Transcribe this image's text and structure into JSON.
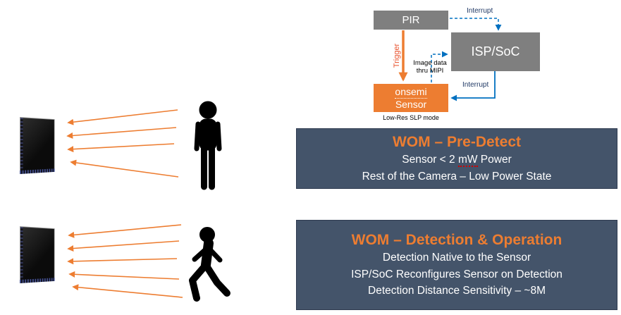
{
  "diagram": {
    "pir": "PIR",
    "isp_soc": "ISP/SoC",
    "sensor_line1": "onsemi",
    "sensor_line2": "Sensor",
    "trigger": "Trigger",
    "interrupt_top": "Interrupt",
    "interrupt_bottom": "Interrupt",
    "mipi_line1": "Image data",
    "mipi_line2": "thru MIPI",
    "slp_mode": "Low-Res SLP mode"
  },
  "panels": [
    {
      "title": "WOM – Pre-Detect",
      "line1": {
        "pre": "Sensor < 2 ",
        "unit": "mW",
        "post": " Power"
      },
      "line2": "Rest of the Camera – Low Power State"
    },
    {
      "title": "WOM – Detection & Operation",
      "lines": [
        "Detection Native to the Sensor",
        "ISP/SoC Reconfigures Sensor on Detection",
        "Detection Distance Sensitivity – ~8M"
      ]
    }
  ],
  "colors": {
    "accent_orange": "#ED7D31",
    "panel_bg": "#44546A",
    "box_gray": "#7F7F7F",
    "arrow_blue": "#0070C0",
    "trigger_text_red": "#E8502B"
  },
  "icons": {
    "standing_person": "standing-person-icon",
    "walking_person": "walking-person-icon",
    "sensor_chip": "image-sensor-chip"
  }
}
